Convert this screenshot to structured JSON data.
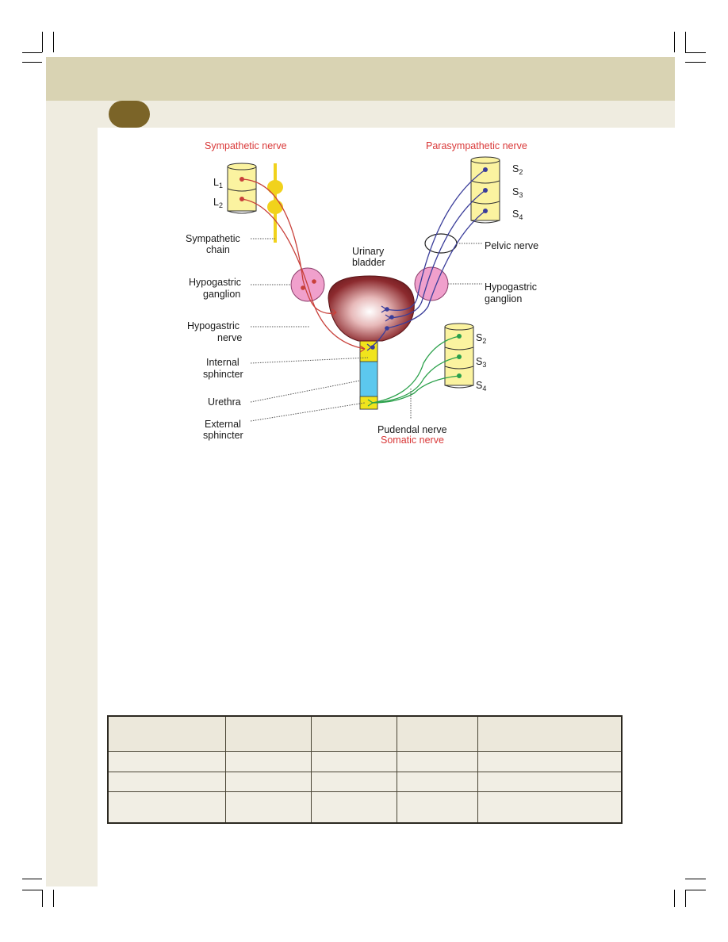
{
  "diagram": {
    "headings": {
      "sympathetic": "Sympathetic nerve",
      "parasympathetic": "Parasympathetic nerve",
      "somatic": "Somatic nerve"
    },
    "labels": {
      "sympathetic_chain_1": "Sympathetic",
      "sympathetic_chain_2": "chain",
      "hypogastric_ganglion_left_1": "Hypogastric",
      "hypogastric_ganglion_left_2": "ganglion",
      "hypogastric_nerve_1": "Hypogastric",
      "hypogastric_nerve_2": "nerve",
      "internal_sphincter_1": "Internal",
      "internal_sphincter_2": "sphincter",
      "urethra": "Urethra",
      "external_sphincter_1": "External",
      "external_sphincter_2": "sphincter",
      "urinary_bladder_1": "Urinary",
      "urinary_bladder_2": "bladder",
      "pelvic_nerve": "Pelvic nerve",
      "hypogastric_ganglion_right_1": "Hypogastric",
      "hypogastric_ganglion_right_2": "ganglion",
      "pudendal_nerve": "Pudendal nerve"
    },
    "segments": {
      "lumbar": [
        {
          "letter": "L",
          "sub": "1"
        },
        {
          "letter": "L",
          "sub": "2"
        }
      ],
      "sacral_upper": [
        {
          "letter": "S",
          "sub": "2"
        },
        {
          "letter": "S",
          "sub": "3"
        },
        {
          "letter": "S",
          "sub": "4"
        }
      ],
      "sacral_lower": [
        {
          "letter": "S",
          "sub": "2"
        },
        {
          "letter": "S",
          "sub": "3"
        },
        {
          "letter": "S",
          "sub": "4"
        }
      ]
    },
    "colors": {
      "sympathetic": "#c8403a",
      "parasympathetic": "#3a3d9a",
      "somatic": "#2aa04a",
      "vertebra": "#fbf3a0",
      "ganglion": "#f0a0cc",
      "chain": "#f1d21c",
      "urethra": "#5cc8ee",
      "heading_red": "#d93838"
    }
  },
  "table": {
    "rows": [
      [
        "",
        "",
        "",
        "",
        ""
      ],
      [
        "",
        "",
        "",
        "",
        ""
      ],
      [
        "",
        "",
        "",
        "",
        ""
      ],
      [
        "",
        "",
        "",
        "",
        ""
      ]
    ]
  }
}
